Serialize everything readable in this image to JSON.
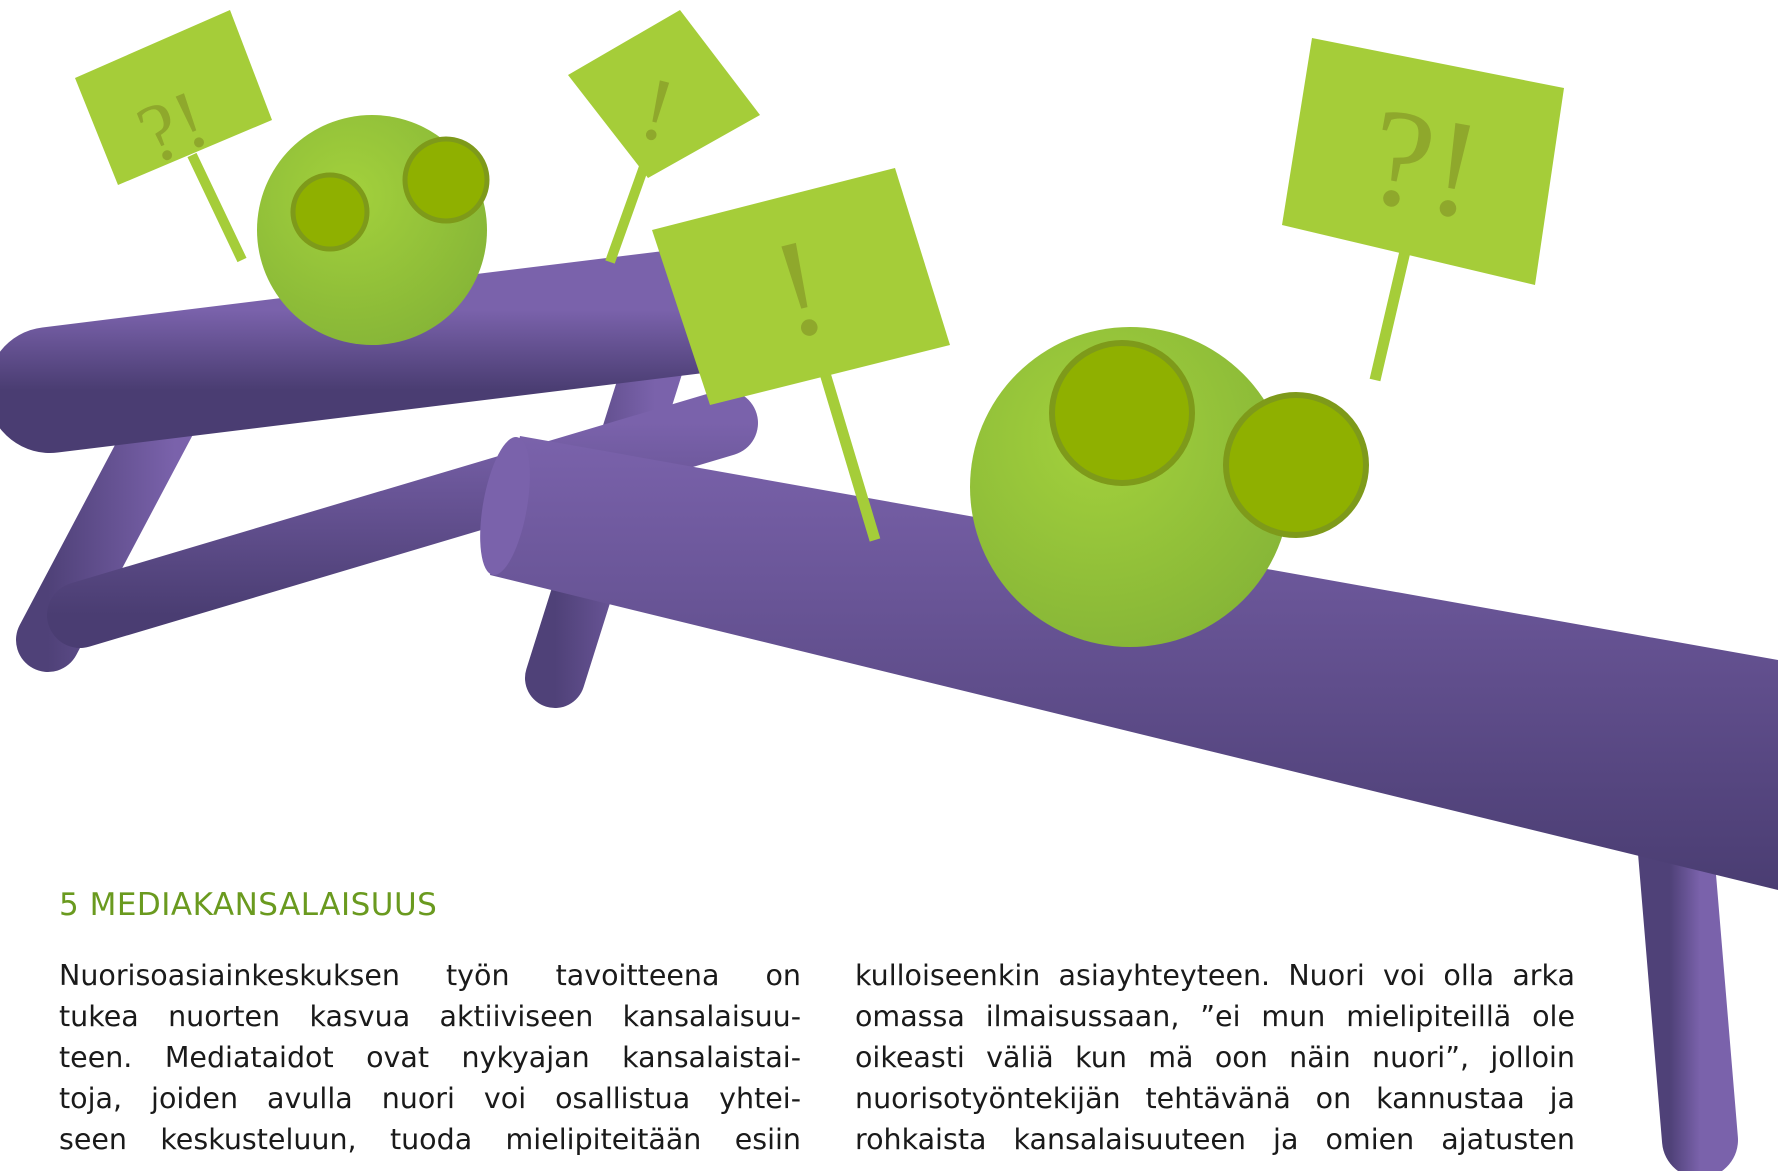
{
  "section": {
    "heading": "5 MEDIAKANSALAISUUS"
  },
  "illustration": {
    "signs": [
      {
        "symbol": "?!"
      },
      {
        "symbol": "!"
      },
      {
        "symbol": "!"
      },
      {
        "symbol": "?!"
      }
    ]
  },
  "columns": {
    "left_lines": [
      "Nuorisoasiainkeskuksen työn tavoitteena on",
      "tukea nuorten kasvua aktiiviseen kansalaisuu-",
      "teen. Mediataidot ovat nykyajan kansalaistai-",
      "toja, joiden avulla nuori voi osallistua yhtei-",
      "seen keskusteluun, tuoda mielipiteitään esiin"
    ],
    "right_lines": [
      "kulloiseenkin asiayhteyteen. Nuori voi olla arka",
      "omassa ilmaisussaan, ”ei mun mielipiteillä ole",
      "oikeasti väliä kun mä oon näin nuori”, jolloin",
      "nuorisotyöntekijän tehtävänä on kannustaa ja",
      "rohkaista kansalaisuuteen ja omien ajatusten"
    ]
  },
  "colors": {
    "heading": "#6a9a1f",
    "sign": "#a5cd39",
    "head": "#8ab933",
    "eye": "#8fb000",
    "body_purple": "#6e5a9c",
    "body_purple_dark": "#4a3d72"
  }
}
